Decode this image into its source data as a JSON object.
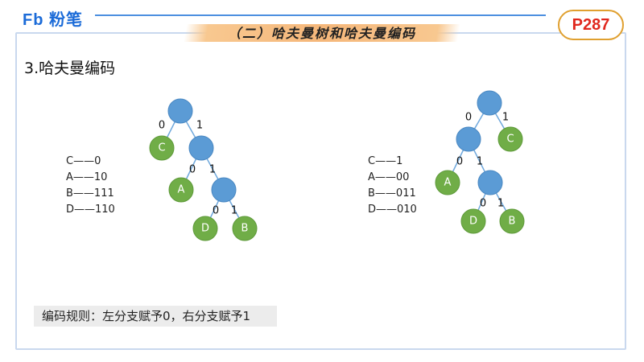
{
  "header": {
    "logo_text": "Fb 粉笔",
    "title": "（二）哈夫曼树和哈夫曼编码",
    "page_number": "P287"
  },
  "section_heading": "3.哈夫曼编码",
  "left_tree": {
    "codes": [
      "C——0",
      "A——10",
      "B——111",
      "D——110"
    ],
    "leaves": {
      "c": "C",
      "a": "A",
      "d": "D",
      "b": "B"
    },
    "edge_labels": {
      "root_left": "0",
      "root_right": "1",
      "n1_left": "0",
      "n1_right": "1",
      "n2_left": "0",
      "n2_right": "1"
    }
  },
  "right_tree": {
    "codes": [
      "C——1",
      "A——00",
      "B——011",
      "D——010"
    ],
    "leaves": {
      "c": "C",
      "a": "A",
      "d": "D",
      "b": "B"
    },
    "edge_labels": {
      "root_left": "0",
      "root_right": "1",
      "n1_left": "0",
      "n1_right": "1",
      "n2_left": "0",
      "n2_right": "1"
    }
  },
  "rule_text": "编码规则：左分支赋予0，右分支赋予1",
  "colors": {
    "internal_node": "#5b9bd5",
    "leaf_node": "#70ad47",
    "badge_text": "#e0281e",
    "badge_border": "#e0a030",
    "title_highlight": "#f5b77a"
  }
}
